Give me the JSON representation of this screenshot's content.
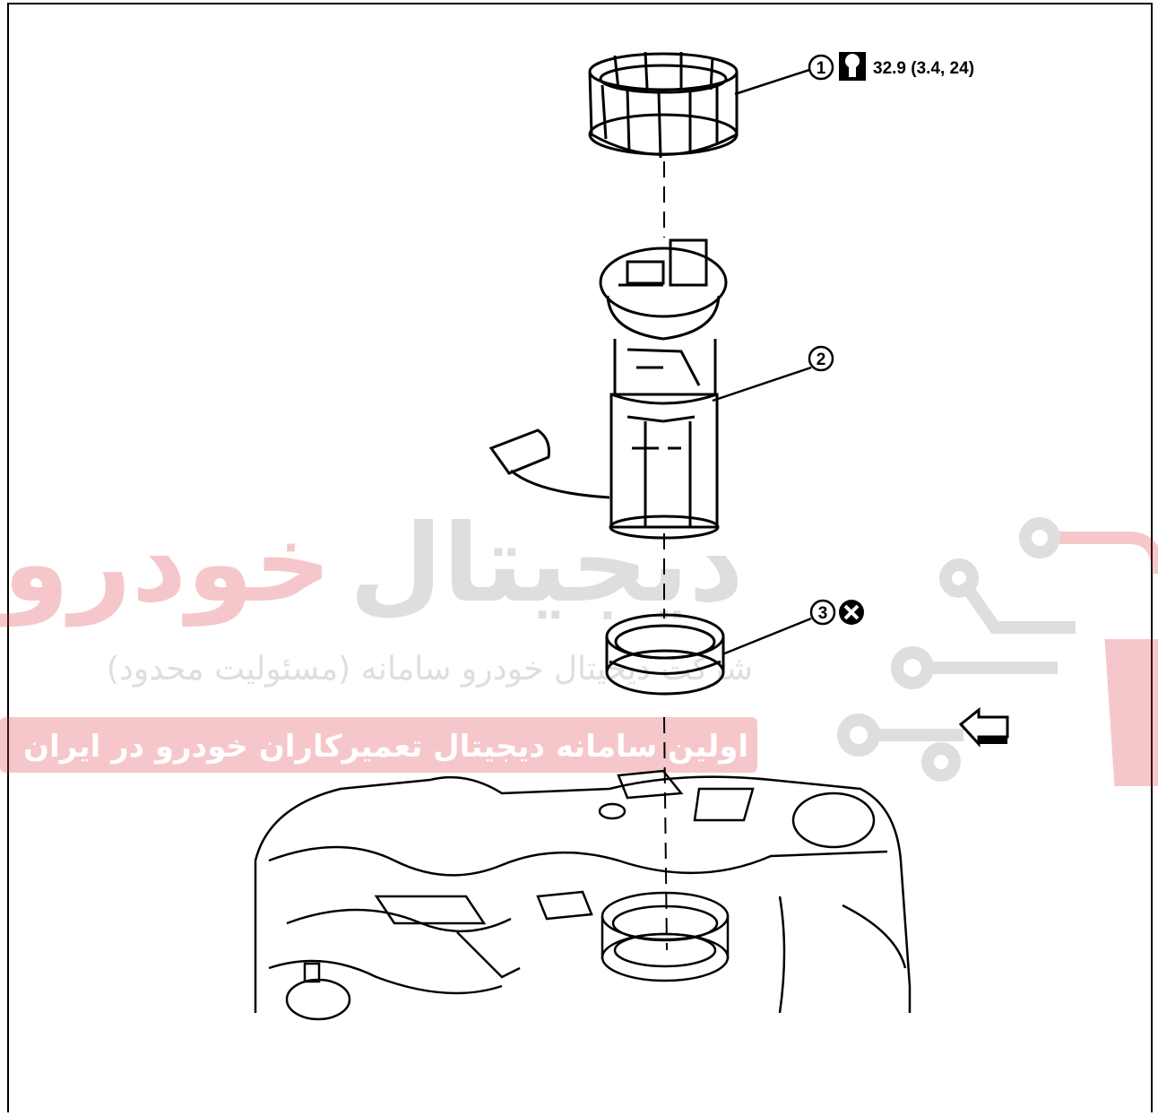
{
  "diagram": {
    "callouts": [
      {
        "number": "1",
        "icon": "torque-wrench-icon",
        "spec": "32.9 (3.4, 24)"
      },
      {
        "number": "2"
      },
      {
        "number": "3",
        "icon": "do-not-reuse-icon"
      }
    ],
    "front_arrow_icon": "front-direction-arrow-icon"
  },
  "watermark": {
    "title_gray": "دیجیتال",
    "title_red": "خودرو",
    "subtitle": "شرکت دیجیتال خودرو سامانه (مسئولیت محدود)",
    "banner": "اولین سامانه دیجیتال تعمیرکاران خودرو در ایران",
    "colors": {
      "red": "#e23a43",
      "gray": "#8a8a8a",
      "banner_bg": "#e23a43"
    }
  }
}
